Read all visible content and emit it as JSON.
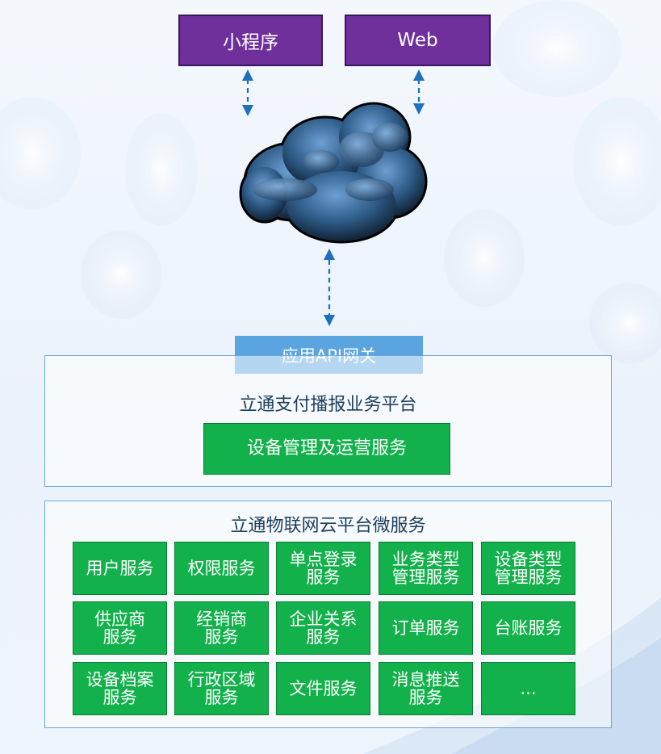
{
  "clients": {
    "mini_program": "小程序",
    "web": "Web"
  },
  "gateway": {
    "label": "应用API网关"
  },
  "platform": {
    "title": "立通支付播报业务平台",
    "service": "设备管理及运营服务"
  },
  "microservices": {
    "title": "立通物联网云平台微服务",
    "items": [
      "用户服务",
      "权限服务",
      "单点登录\n服务",
      "业务类型\n管理服务",
      "设备类型\n管理服务",
      "供应商\n服务",
      "经销商\n服务",
      "企业关系\n服务",
      "订单服务",
      "台账服务",
      "设备档案\n服务",
      "行政区域\n服务",
      "文件服务",
      "消息推送\n服务",
      "..."
    ]
  },
  "colors": {
    "client": "#70309c",
    "gateway": "#5aa4e0",
    "service": "#12b14b",
    "panel_border": "#6aa7dc",
    "arrow": "#1f6fbf"
  }
}
